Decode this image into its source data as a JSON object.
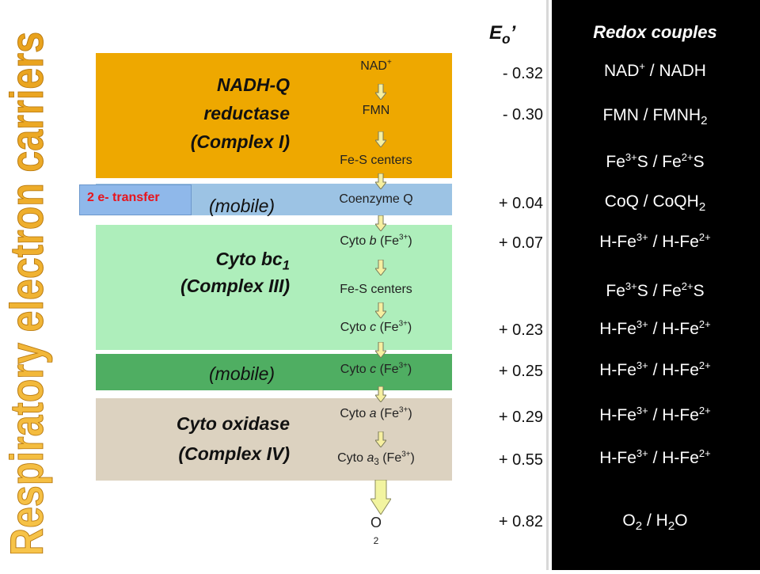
{
  "side_title": "Respiratory electron carriers",
  "headers": {
    "eo": "Eo’",
    "redox": "Redox couples"
  },
  "colors": {
    "complex_i": "#eea800",
    "mobile_q": "#9cc3e4",
    "complex_iii": "#aeeebb",
    "mobile_c": "#4fae62",
    "complex_iv": "#dcd2c0",
    "badge_text": "#e8141c",
    "panel": "#000000"
  },
  "badge": {
    "text": "2 e- transfer"
  },
  "complexes": {
    "c1_line1": "NADH-Q",
    "c1_line2": "reductase",
    "c1_line3": "(Complex I)",
    "mobile_q": "(mobile)",
    "c3_line1": "Cyto bc1",
    "c3_line2": "(Complex III)",
    "mobile_c": "(mobile)",
    "c4_line1": "Cyto oxidase",
    "c4_line2": "(Complex IV)"
  },
  "carriers": {
    "nad": "NAD+",
    "fmn": "FMN",
    "fes1": "Fe-S centers",
    "coq": "Coenzyme Q",
    "cytob": "Cyto b (Fe3+)",
    "fes2": "Fe-S centers",
    "cytoc1": "Cyto c (Fe3+)",
    "cytoc": "Cyto c (Fe3+)",
    "cytoa": "Cyto a (Fe3+)",
    "cytoa3": "Cyto a3 (Fe3+)",
    "o2": "O2"
  },
  "potentials": {
    "nad": "- 0.32",
    "fmn": "- 0.30",
    "coq": "+ 0.04",
    "cytob": "+ 0.07",
    "cytoc1": "+ 0.23",
    "cytoc": "+ 0.25",
    "cytoa": "+ 0.29",
    "cytoa3": "+ 0.55",
    "o2": "+ 0.82"
  },
  "couples": {
    "nad": "NAD+ / NADH",
    "fmn": "FMN / FMNH2",
    "fes1": "Fe3+S / Fe2+S",
    "coq": "CoQ / CoQH2",
    "cytob": "H-Fe3+ / H-Fe2+",
    "fes2": "Fe3+S / Fe2+S",
    "cytoc1": "H-Fe3+ / H-Fe2+",
    "cytoc": "H-Fe3+ / H-Fe2+",
    "cytoa": "H-Fe3+ / H-Fe2+",
    "cytoa3": "H-Fe3+ / H-Fe2+",
    "o2": "O2 / H2O"
  }
}
